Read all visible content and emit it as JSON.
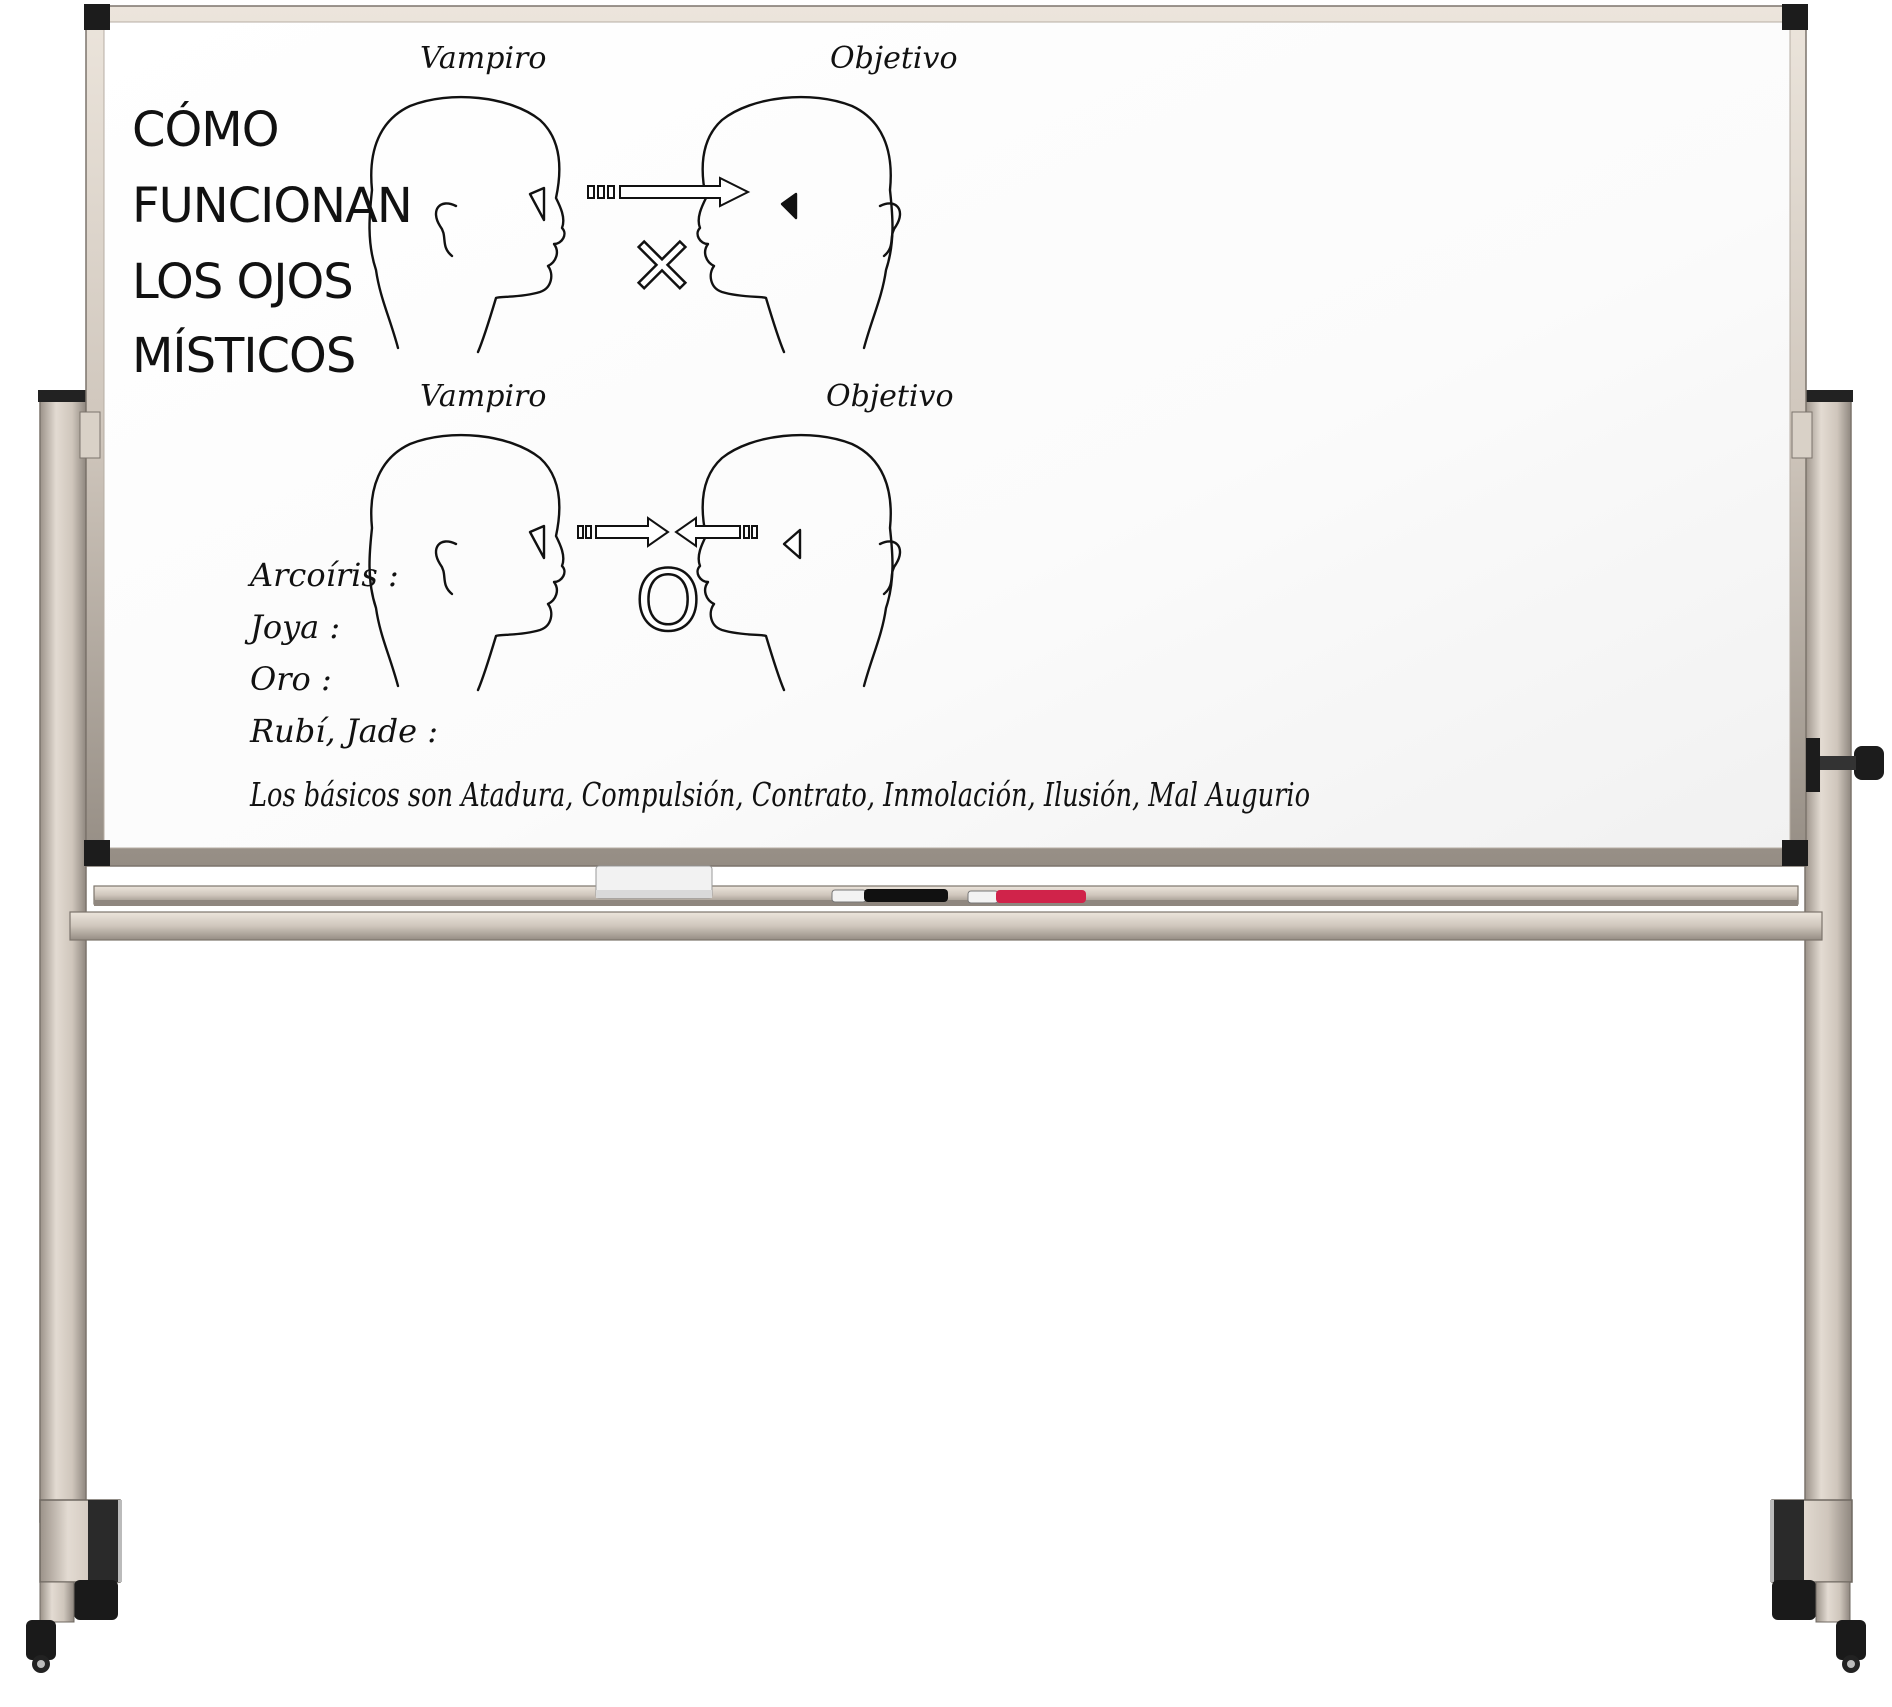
{
  "board": {
    "title_lines": [
      "CÓMO",
      "FUNCIONAN",
      "LOS OJOS",
      "MÍSTICOS"
    ],
    "top_row": {
      "left_label": "Vampiro",
      "right_label": "Objetivo",
      "result_symbol": "✕"
    },
    "bottom_row": {
      "left_label": "Vampiro",
      "right_label": "Objetivo",
      "result_symbol": "O"
    },
    "eye_types": [
      {
        "label": "Arcoíris :"
      },
      {
        "label": "Joya  :"
      },
      {
        "label": "Oro  :"
      },
      {
        "label": "Rubí, Jade  :"
      }
    ],
    "basics_text": "Los básicos son Atadura, Compulsión, Contrato, Inmolación, Ilusión, Mal Augurio"
  },
  "colors": {
    "frame": "#cfc6bc",
    "frame_shadow": "#9d958c",
    "corner": "#1c1c1c",
    "marker_black": "#111111",
    "marker_red": "#d0234a",
    "eraser": "#f2f2f2"
  }
}
